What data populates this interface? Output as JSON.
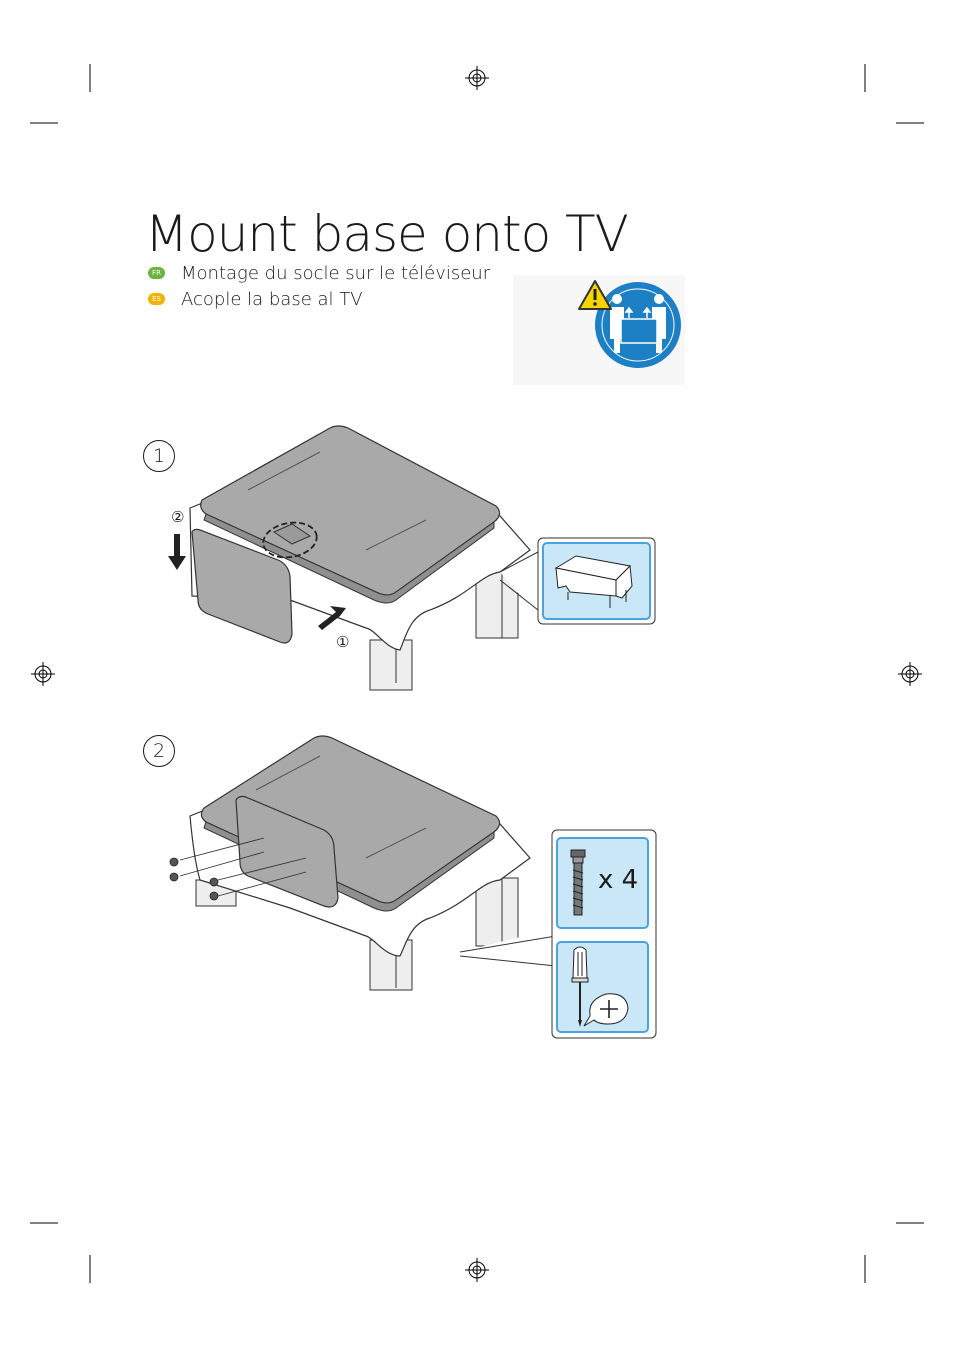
{
  "title": "Mount base onto TV",
  "languages": [
    {
      "code": "FR",
      "text": "Montage du socle sur le téléviseur",
      "color": "#6cb33f"
    },
    {
      "code": "ES",
      "text": "Acople la base al TV",
      "color": "#f0b400"
    }
  ],
  "steps": [
    {
      "number": "1",
      "sub_markers": [
        "②",
        "①"
      ]
    },
    {
      "number": "2",
      "quantity": "x 4"
    }
  ],
  "icons": {
    "warning": "two-person-lift-warning-icon",
    "table": "cloth-covered-table-icon",
    "screw": "screw-icon",
    "screwdriver": "phillips-screwdriver-icon"
  },
  "colors": {
    "panel_blue": "#c9e7f6",
    "panel_border": "#4aa3dd",
    "warning_blue": "#1d7fc4",
    "tv_gray": "#a9a9a9",
    "warning_yellow": "#f5d400"
  }
}
